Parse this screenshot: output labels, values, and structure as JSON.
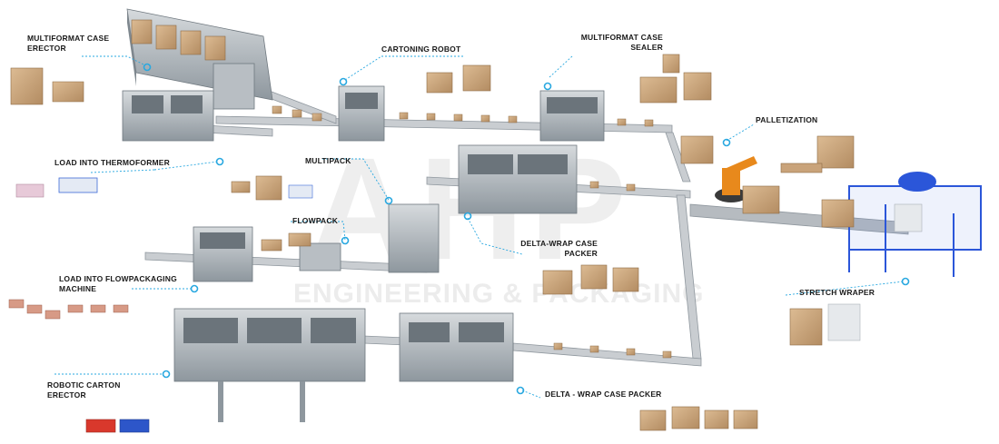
{
  "colors": {
    "accent": "#29a8e0",
    "machine": "#9aa3ab",
    "machine_dark": "#5d666d",
    "conveyor": "#c8ccd0",
    "cardboard": "#c9a37a",
    "cardboard_dark": "#a88358",
    "frame_blue": "#2b56d9",
    "robot_orange": "#e8891c"
  },
  "watermark": {
    "logo": "AHP",
    "tagline": "ENGINEERING & PACKAGING"
  },
  "labels": {
    "multiformat_case_erector": "MULTIFORMAT CASE\nERECTOR",
    "cartoning_robot": "CARTONING ROBOT",
    "multiformat_case_sealer": "MULTIFORMAT CASE\nSEALER",
    "palletization": "PALLETIZATION",
    "load_into_thermoformer": "LOAD INTO THERMOFORMER",
    "multipack": "MULTIPACK",
    "flowpack": "FLOWPACK",
    "delta_wrap_case_packer_1": "DELTA-WRAP CASE\nPACKER",
    "load_into_flowpackaging_machine": "LOAD INTO FLOWPACKAGING\nMACHINE",
    "stretch_wraper": "STRETCH WRAPER",
    "robotic_carton_erector": "ROBOTIC CARTON\nERECTOR",
    "delta_wrap_case_packer_2": "DELTA - WRAP CASE PACKER"
  }
}
